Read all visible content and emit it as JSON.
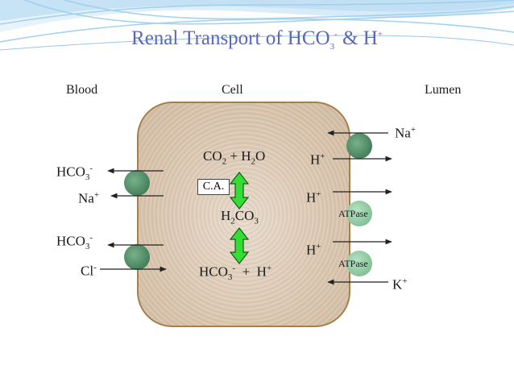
{
  "title": {
    "prefix": "Renal Transport of HCO",
    "sub": "3",
    "sup": "-",
    "suffix": " & H",
    "sup2": "+",
    "color": "#5b69b4"
  },
  "headers": {
    "blood": "Blood",
    "cell": "Cell",
    "lumen": "Lumen"
  },
  "blood_ions": {
    "hco3_top": {
      "base": "HCO",
      "sub": "3",
      "sup": "-"
    },
    "na": {
      "base": "Na",
      "sup": "+"
    },
    "hco3_bottom": {
      "base": "HCO",
      "sub": "3",
      "sup": "-"
    },
    "cl": {
      "base": "Cl",
      "sup": "-"
    }
  },
  "reactions": {
    "top": {
      "co": "CO",
      "co_sub": "2",
      "plus": " + H",
      "h_sub": "2",
      "o": "O"
    },
    "enzyme": "C.A.",
    "middle": {
      "h": "H",
      "h_sub": "2",
      "co": "CO",
      "co_sub": "3"
    },
    "bottom": {
      "hco": "HCO",
      "sub": "3",
      "sup": "-",
      "plus": "  +  H",
      "sup2": "+"
    }
  },
  "lumen_ions": {
    "h1": {
      "base": "H",
      "sup": "+"
    },
    "h2": {
      "base": "H",
      "sup": "+"
    },
    "h3": {
      "base": "H",
      "sup": "+"
    },
    "na": {
      "base": "Na",
      "sup": "+"
    },
    "k": {
      "base": "K",
      "sup": "+"
    }
  },
  "pumps": {
    "atpase1": "ATPase",
    "atpase2": "ATPase"
  },
  "colors": {
    "cell_fill": "#dcc7b0",
    "cell_border": "#a57f4c",
    "transporter": "#4f8c66",
    "atpase": "#8fc7a0",
    "equilibrium_arrow": "#33dd33"
  }
}
